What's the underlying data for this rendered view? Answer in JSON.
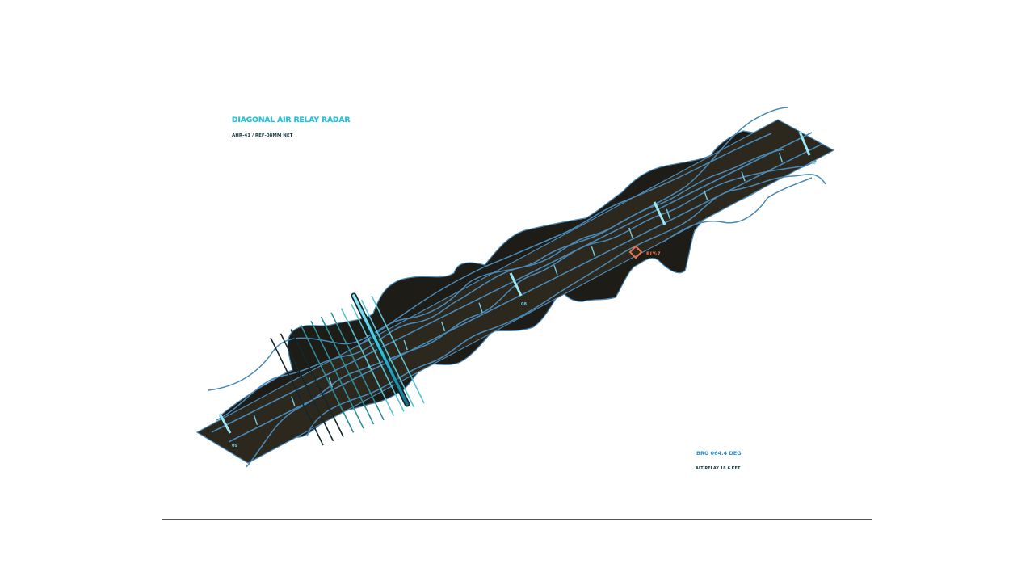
{
  "header": {
    "title": "DIAGONAL AIR RELAY RADAR",
    "subtitle": "AHR-41  /  REF-08MM NET"
  },
  "relay": {
    "marker_label": "RLY-7",
    "lane_tag_mid": "08",
    "lane_tag_start": "09",
    "lane_tag_end": "48"
  },
  "readout": {
    "bearing": "BRG 064.4 DEG",
    "altitude": "ALT RELAY 18.6 KFT"
  },
  "colors": {
    "terrain": "#1d1c17",
    "strip": "#2c281d",
    "route_line": "#4a88b5",
    "ticks": "#6fc7d9",
    "accent_cyan": "#2fc0d8",
    "marker_orange": "#e7744a",
    "baseline": "#1e1e1e"
  }
}
